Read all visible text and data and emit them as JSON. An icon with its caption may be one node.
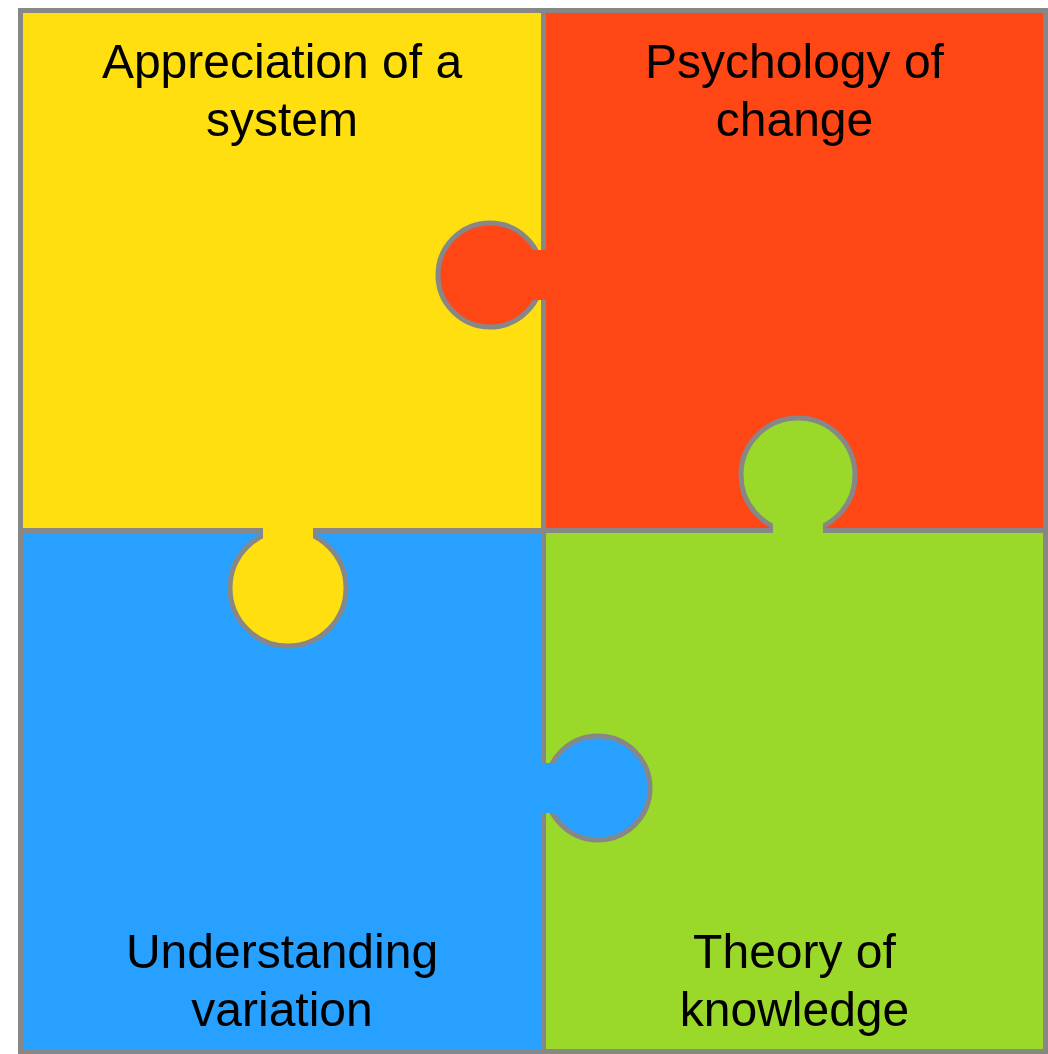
{
  "diagram": {
    "nodes": [
      {
        "text": [
          "Appreciation of a system"
        ]
      },
      {
        "text": [
          "Psychology of change"
        ]
      },
      {
        "text": [
          "Understanding variation"
        ]
      },
      {
        "text": [
          "Theory of knowledge"
        ]
      }
    ]
  }
}
